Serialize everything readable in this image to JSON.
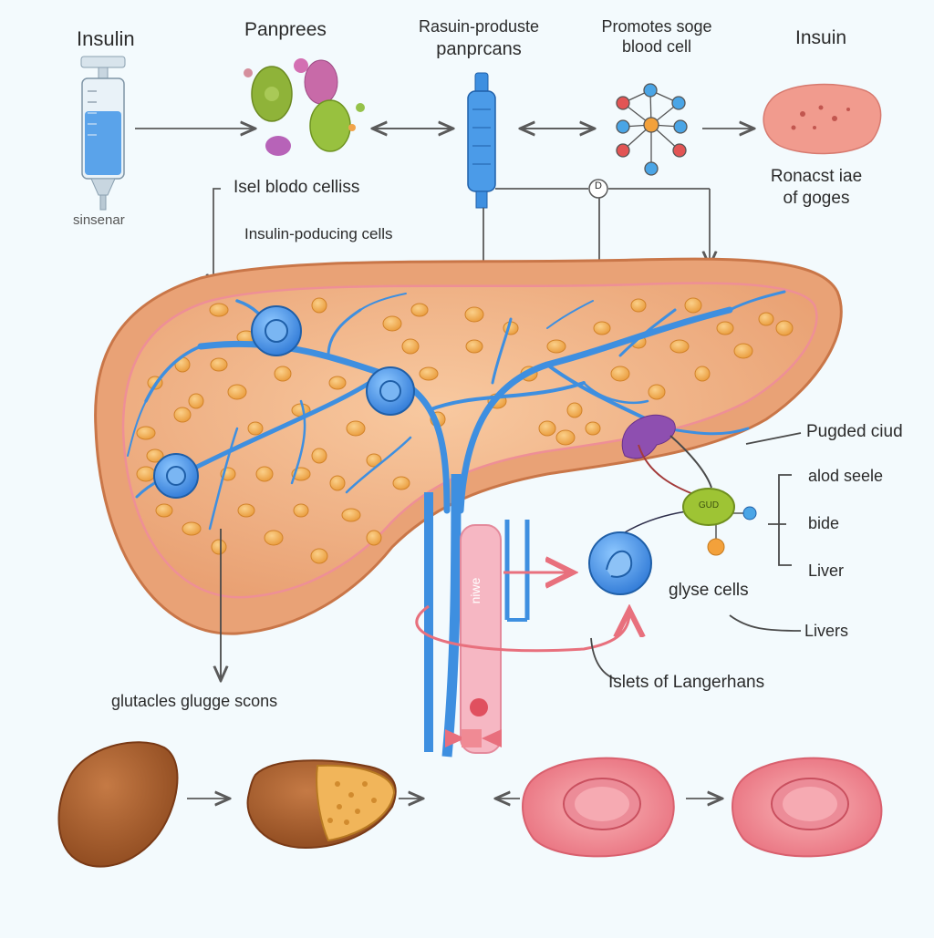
{
  "labels": {
    "insulin_left": "Insulin",
    "pancrees": "Panprees",
    "top_mid_line1": "Rasuin-produste",
    "top_mid_line2": "panprcans",
    "promotes_line1": "Promotes soge",
    "promotes_line2": "blood cell",
    "insulin_right": "Insuin",
    "sinsenar": "sinsenar",
    "isel_blood": "Isel blodo celliss",
    "insulin_producing": "Insulin-poducing cells",
    "romact_line1": "Ronacst iae",
    "romact_line2": "of goges",
    "pugded": "Pugded ciud",
    "alod": "alod seele",
    "bide": "bide",
    "liver_right": "Liver",
    "glyse": "glyse cells",
    "livers": "Livers",
    "islets": "Islets of Langerhans",
    "glutacles": "glutacles glugge scons",
    "vessel_text": "niwe",
    "node_d": "D",
    "cell_gud": "GUD"
  },
  "colors": {
    "organ_fill": "#f2b489",
    "organ_outline": "#cf7a4c",
    "vessel_blue": "#3e8fe0",
    "islet_orange": "#f2a341",
    "liver_brown": "#a65a2a",
    "pink_tissue": "#f08a94",
    "arrow_gray": "#5a5a5a"
  },
  "icons": [
    "syringe-icon",
    "cell-cluster-icon",
    "injector-icon",
    "molecule-icon",
    "tissue-icon",
    "liver-icon",
    "islet-icon"
  ]
}
